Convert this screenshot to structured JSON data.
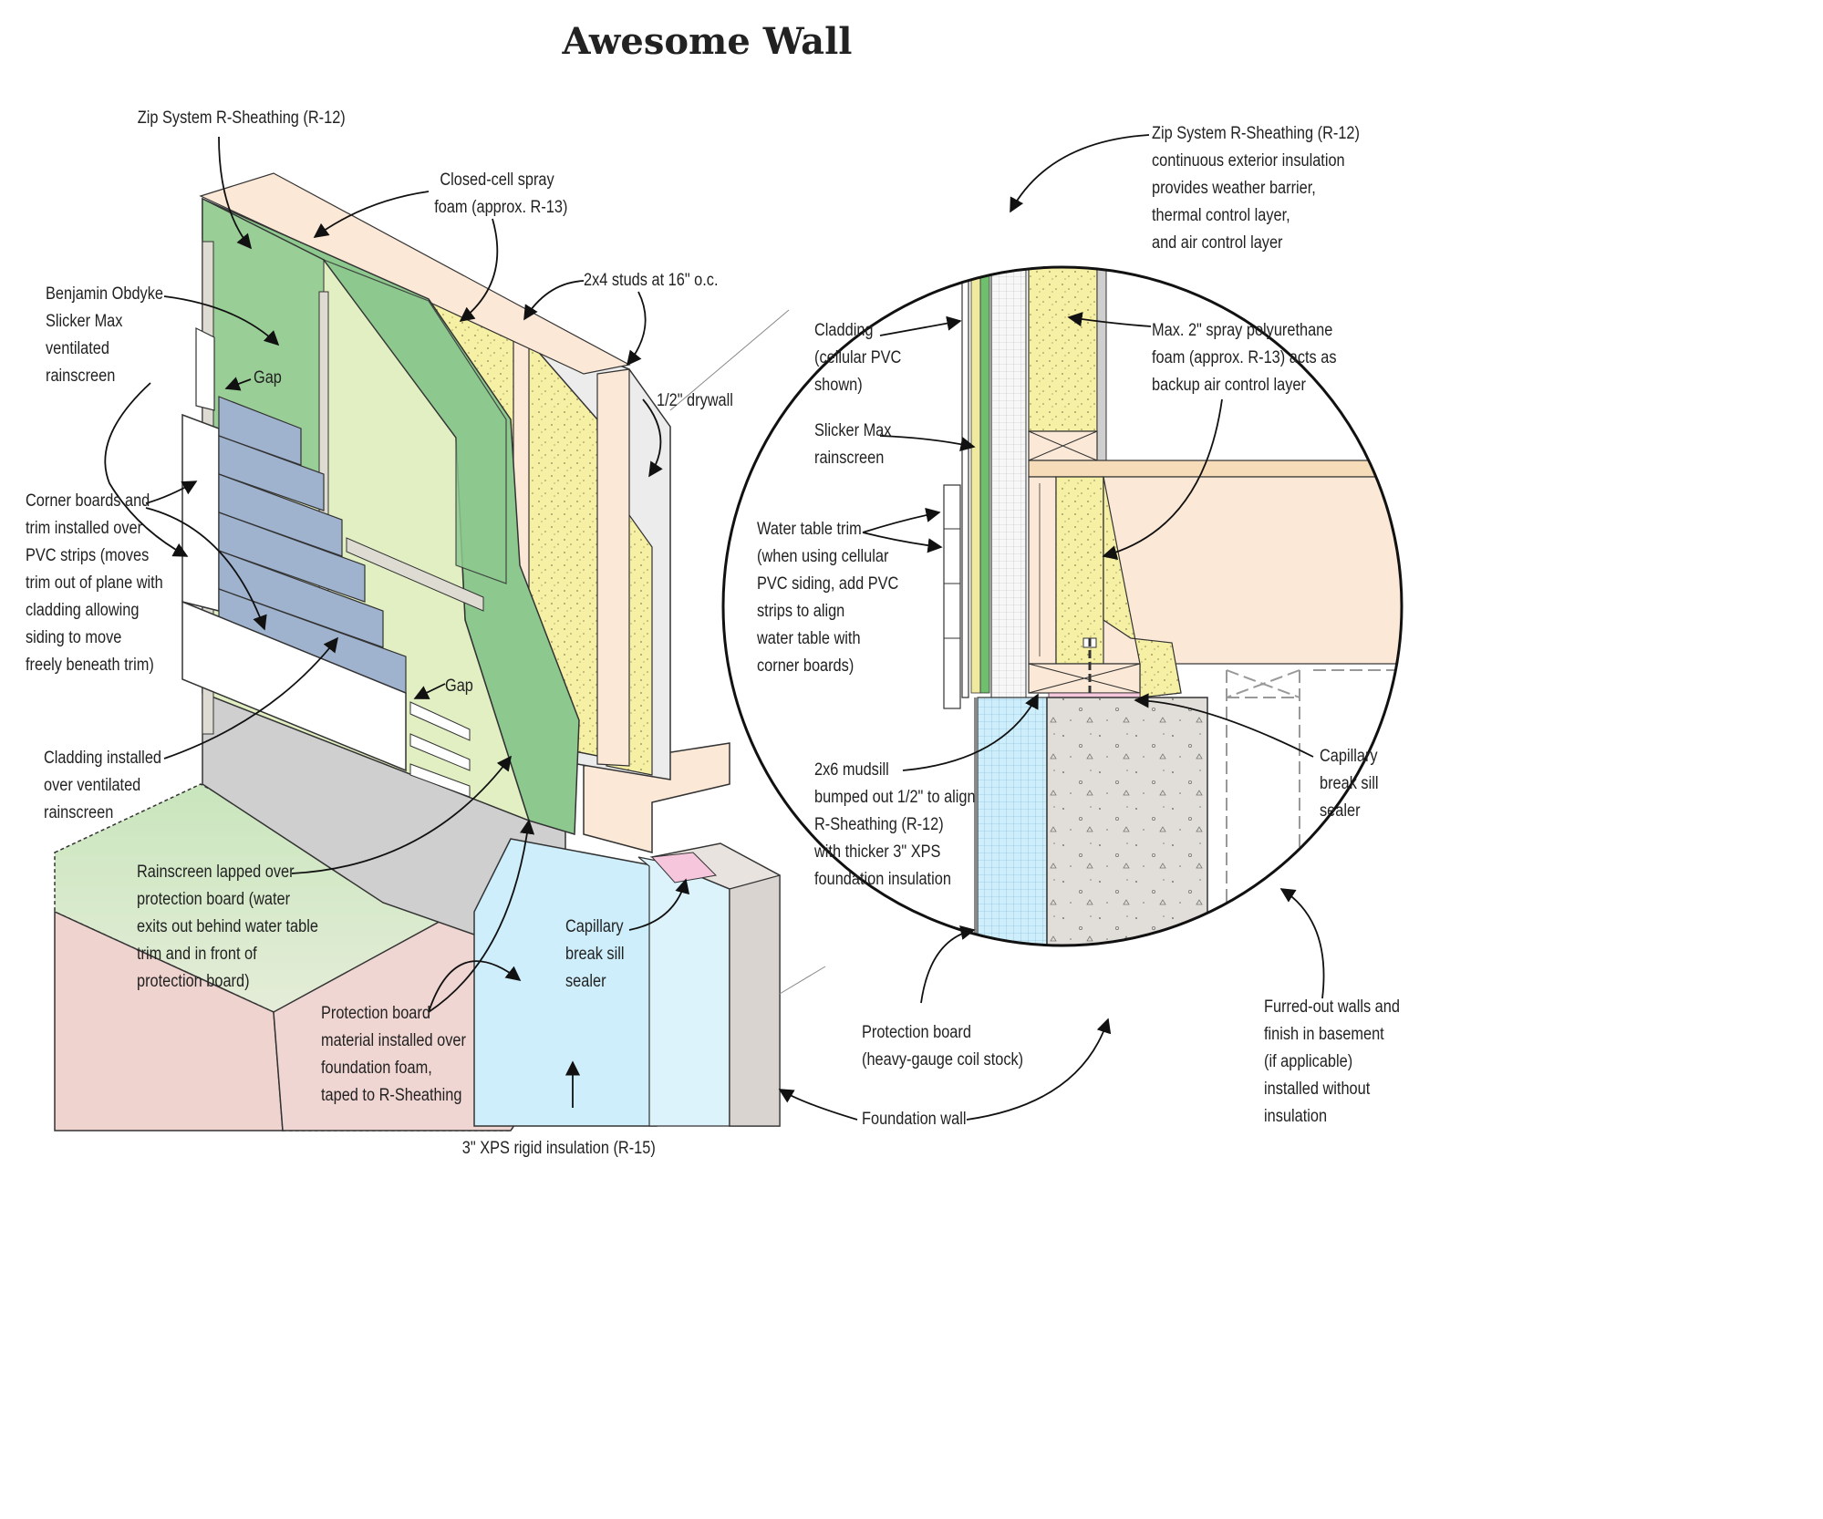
{
  "title": "Awesome Wall",
  "colors": {
    "sheathing_green": "#8dc98f",
    "rainscreen_green": "#e2efc3",
    "spray_foam": "#f6f0a5",
    "xps_blue": "#cdeefa",
    "siding_blue": "#9fb3cf",
    "foundation_grey": "#cfcfcf",
    "concrete": "#e1ddd9",
    "soil_pink": "#efd3cf",
    "grass_green": "#cfe8c4",
    "wood": "#fbe8d6"
  },
  "left_labels": {
    "zip_sheathing": "Zip System R-Sheathing (R-12)",
    "spray_foam": "Closed-cell spray\nfoam (approx. R-13)",
    "studs": "2x4 studs at 16\" o.c.",
    "rainscreen": "Benjamin Obdyke\nSlicker Max\nventilated\nrainscreen",
    "gap_top": "Gap",
    "drywall": "1/2\" drywall",
    "corner_boards": "Corner boards and\ntrim installed over\nPVC strips (moves\ntrim out of plane with\ncladding allowing\nsiding to move\nfreely beneath trim)",
    "gap_bottom": "Gap",
    "cladding": "Cladding installed\nover ventilated\nrainscreen",
    "rainscreen_lapped": "Rainscreen lapped over\nprotection board (water\nexits out behind water table\ntrim and in front of\nprotection board)",
    "capillary": "Capillary\nbreak sill\nsealer",
    "protection_board": "Protection board\nmaterial installed over\nfoundation foam,\ntaped to R-Sheathing",
    "xps": "3\" XPS rigid insulation (R-15)"
  },
  "right_labels": {
    "zip_sheathing": "Zip System R-Sheathing (R-12)\ncontinuous exterior insulation\nprovides weather barrier,\nthermal control layer,\nand air control layer",
    "cladding": "Cladding\n(cellular PVC\nshown)",
    "spray_foam": "Max. 2\" spray polyurethane\nfoam (approx. R-13) acts as\nbackup air control layer",
    "slicker": "Slicker Max\nrainscreen",
    "water_table": "Water table trim\n(when using cellular\nPVC siding, add PVC\nstrips to align\nwater table with\ncorner boards)",
    "mudsill": "2x6 mudsill\nbumped out 1/2\" to align\nR-Sheathing (R-12)\nwith thicker 3\" XPS\nfoundation insulation",
    "capillary": "Capillary\nbreak sill\nsealer",
    "protection_board": "Protection board\n(heavy-gauge coil stock)",
    "foundation": "Foundation wall",
    "furred": "Furred-out walls and\nfinish in basement\n(if applicable)\ninstalled without\ninsulation"
  }
}
